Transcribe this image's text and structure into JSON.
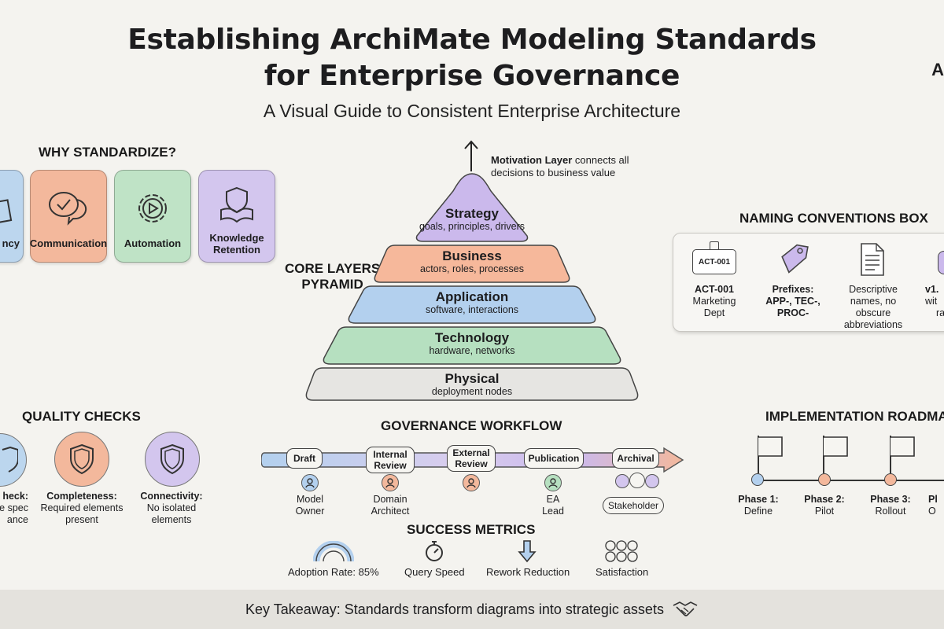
{
  "title_line1": "Establishing ArchiMate Modeling Standards",
  "title_line2": "for Enterprise Governance",
  "subtitle": "A Visual Guide to Consistent Enterprise Architecture",
  "corner_letter": "A",
  "why": {
    "heading": "WHY STANDARDIZE?",
    "cards": [
      {
        "label": "ncy",
        "color": "#bcd6ee"
      },
      {
        "label": "Communication",
        "color": "#f3b89c"
      },
      {
        "label": "Automation",
        "color": "#bfe3c6"
      },
      {
        "label": "Knowledge Retention",
        "color": "#d3c6ee"
      }
    ]
  },
  "motivation": {
    "bold": "Motivation Layer",
    "rest": " connects all",
    "line2": "decisions to business value"
  },
  "pyramid": {
    "heading_line1": "CORE LAYERS",
    "heading_line2": "PYRAMID",
    "layers": [
      {
        "name": "Strategy",
        "desc": "goals, principles, drivers",
        "color": "#cbb9ec"
      },
      {
        "name": "Business",
        "desc": "actors, roles, processes",
        "color": "#f6b89b"
      },
      {
        "name": "Application",
        "desc": "software, interactions",
        "color": "#b3d0ee"
      },
      {
        "name": "Technology",
        "desc": "hardware, networks",
        "color": "#b6e0c0"
      },
      {
        "name": "Physical",
        "desc": "deployment nodes",
        "color": "#e6e5e2"
      }
    ]
  },
  "naming": {
    "heading": "NAMING CONVENTIONS BOX",
    "items": [
      {
        "icon_text": "ACT-001",
        "line1": "ACT-001",
        "line2": "Marketing",
        "line3": "Dept"
      },
      {
        "line1": "Prefixes:",
        "line2": "APP-, TEC-,",
        "line3": "PROC-"
      },
      {
        "line1": "Descriptive",
        "line2": "names, no obscure",
        "line3": "abbreviations"
      },
      {
        "line1": "v1.",
        "line2": "wit",
        "line3": "ra"
      }
    ]
  },
  "quality": {
    "heading": "QUALITY CHECKS",
    "items": [
      {
        "title": "heck:",
        "line2": "e spec",
        "line3": "ance",
        "color": "#bcd6ee"
      },
      {
        "title": "Completeness:",
        "line2": "Required elements",
        "line3": "present",
        "color": "#f3b89c"
      },
      {
        "title": "Connectivity:",
        "line2": "No isolated",
        "line3": "elements",
        "color": "#d3c6ee"
      }
    ]
  },
  "workflow": {
    "heading": "GOVERNANCE WORKFLOW",
    "steps": [
      "Draft",
      "Internal Review",
      "External Review",
      "Publication",
      "Archival"
    ],
    "roles": [
      {
        "line1": "Model",
        "line2": "Owner"
      },
      {
        "line1": "Domain",
        "line2": "Architect"
      },
      {
        "line1": "EA",
        "line2": "Lead"
      }
    ],
    "stakeholder": "Stakeholder"
  },
  "metrics": {
    "heading": "SUCCESS METRICS",
    "items": [
      "Adoption Rate: 85%",
      "Query Speed",
      "Rework Reduction",
      "Satisfaction"
    ]
  },
  "roadmap": {
    "heading": "IMPLEMENTATION ROADMA",
    "phases": [
      {
        "line1": "Phase 1:",
        "line2": "Define",
        "color": "#b3d0ee"
      },
      {
        "line1": "Phase 2:",
        "line2": "Pilot",
        "color": "#f3b89c"
      },
      {
        "line1": "Phase 3:",
        "line2": "Rollout",
        "color": "#f3b89c"
      },
      {
        "line1": "Pl",
        "line2": "O",
        "color": "#d3c6ee"
      }
    ]
  },
  "footer": "Key Takeaway: Standards transform diagrams into strategic assets"
}
